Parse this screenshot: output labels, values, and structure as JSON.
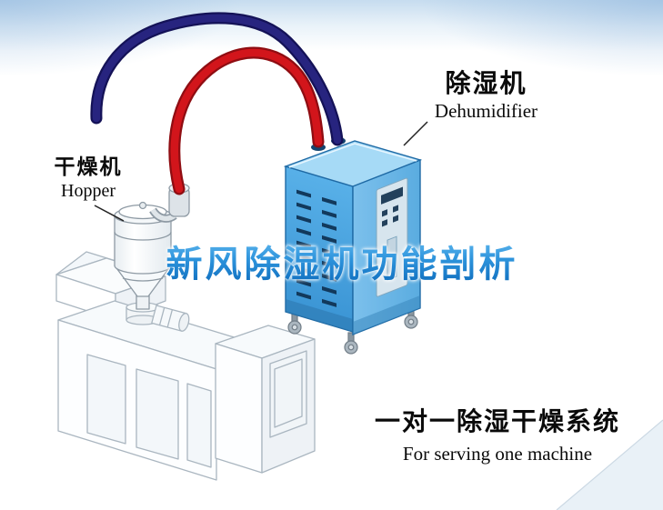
{
  "title": {
    "text": "新风除湿机功能剖析"
  },
  "machine_labels": {
    "dehumidifier": {
      "cn": "除湿机",
      "en": "Dehumidifier"
    },
    "hopper": {
      "cn": "干燥机",
      "en": "Hopper"
    }
  },
  "caption": {
    "cn": "一对一除湿干燥系统",
    "en": "For serving one machine"
  },
  "illustration": {
    "parts": [
      "dehumidifier-machine",
      "hopper-dryer",
      "extruder-machine",
      "pipe-red",
      "pipe-navy"
    ],
    "colors": {
      "pipe_red": "#d2151b",
      "pipe_navy": "#27247f",
      "dehumidifier_front": "#45a4e2",
      "dehumidifier_top": "#a6daf6",
      "title_gradient_top": "#6cc0f2",
      "title_gradient_bottom": "#0b69ba"
    }
  }
}
